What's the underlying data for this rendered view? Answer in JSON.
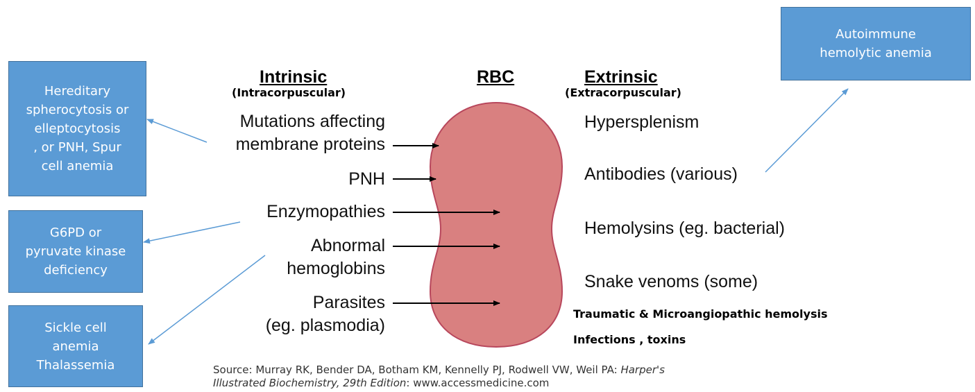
{
  "headings": {
    "intrinsic": "Intrinsic",
    "intrinsic_sub": "(Intracorpuscular)",
    "rbc": "RBC",
    "extrinsic": "Extrinsic",
    "extrinsic_sub": "(Extracorpuscular)"
  },
  "intrinsic_items": {
    "mutations_line1": "Mutations affecting",
    "mutations_line2": "membrane proteins",
    "pnh": "PNH",
    "enzymopathies": "Enzymopathies",
    "abnormal_line1": "Abnormal",
    "abnormal_line2": "hemoglobins",
    "parasites_line1": "Parasites",
    "parasites_line2": "(eg. plasmodia)"
  },
  "extrinsic_items": {
    "hypersplenism": "Hypersplenism",
    "antibodies": "Antibodies (various)",
    "hemolysins": "Hemolysins (eg. bacterial)",
    "snake_venoms": "Snake venoms (some)",
    "traumatic": "Traumatic & Microangiopathic hemolysis",
    "infections": "Infections , toxins"
  },
  "boxes": {
    "hereditary": [
      "Hereditary",
      "spherocytosis or",
      "elleptocytosis",
      ", or PNH, Spur",
      "cell anemia"
    ],
    "g6pd": [
      "G6PD or",
      "pyruvate kinase",
      "deficiency"
    ],
    "sickle": [
      "Sickle cell",
      "anemia",
      "Thalassemia"
    ],
    "autoimmune": [
      "Autoimmune",
      "hemolytic anemia"
    ]
  },
  "source": {
    "prefix": "Source: Murray RK, Bender DA, Botham KM, Kennelly PJ, Rodwell VW, Weil PA: ",
    "italic1": "Harper's",
    "italic2": "Illustrated Biochemistry, 29th Edition",
    "suffix": ": www.accessmedicine.com"
  },
  "colors": {
    "box_fill": "#5b9bd5",
    "rbc_fill": "#d98080",
    "rbc_stroke": "#b8475c",
    "connector": "#5b9bd5"
  }
}
